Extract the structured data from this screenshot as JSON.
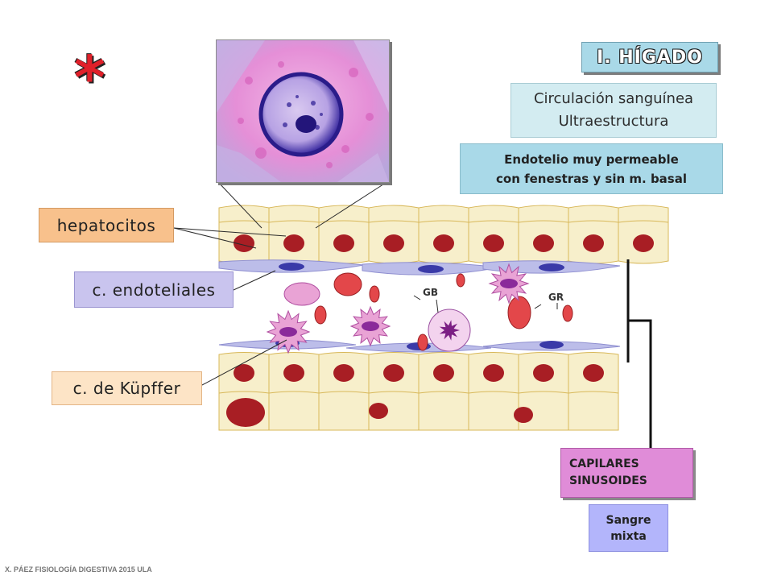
{
  "title": "I. HÍGADO",
  "circulation": {
    "line1": "Circulación sanguínea",
    "line2": "Ultraestructura"
  },
  "endothelium": {
    "line1": "Endotelio muy permeable",
    "line2": "con fenestras y sin m. basal"
  },
  "labels": {
    "hepatocitos": "hepatocitos",
    "endoteliales": "c. endoteliales",
    "kupffer": "c. de Küpffer",
    "gb": "GB",
    "gr": "GR"
  },
  "capilares": {
    "line1": "CAPILARES",
    "line2": "SINUSOIDES"
  },
  "sangre": {
    "line1": "Sangre",
    "line2": "mixta"
  },
  "asterisk": "*",
  "footer": "X. PÁEZ   FISIOLOGÍA DIGESTIVA 2015  ULA",
  "colors": {
    "title_bg": "#a9d9e8",
    "hepatocyte": "#f7efcb",
    "hepatocyte_border": "#d8b85a",
    "nucleus": "#a81e24",
    "endothelial": "#bcbde9",
    "kupffer": "#e9a3d5",
    "rbc": "#e3474a",
    "capilares": "#e08cd8",
    "sangre": "#b3b5fb"
  }
}
